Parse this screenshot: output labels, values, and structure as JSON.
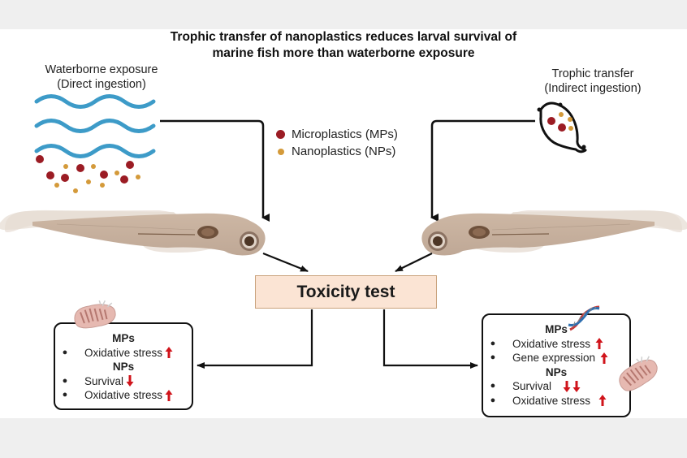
{
  "title": {
    "line1": "Trophic transfer of nanoplastics reduces larval survival of",
    "line2": "marine fish more than waterborne exposure"
  },
  "left_source": {
    "line1": "Waterborne exposure",
    "line2": "(Direct ingestion)",
    "icon": "water-waves-with-particles"
  },
  "right_source": {
    "line1": "Trophic transfer",
    "line2": "(Indirect ingestion)",
    "icon": "prey-organism-with-particles"
  },
  "legend": {
    "items": [
      {
        "label": "Microplastics (MPs)",
        "color": "#9b1c24"
      },
      {
        "label": "Nanoplastics (NPs)",
        "color": "#d49a3a"
      }
    ]
  },
  "center": {
    "label": "Toxicity test"
  },
  "results": {
    "left": {
      "groups": [
        {
          "title": "MPs",
          "items": [
            {
              "text": "Oxidative stress",
              "indicator": "up"
            }
          ]
        },
        {
          "title": "NPs",
          "items": [
            {
              "text": "Survival",
              "indicator": "down"
            },
            {
              "text": "Oxidative stress",
              "indicator": "up"
            }
          ]
        }
      ],
      "decoration": "mitochondrion-icon"
    },
    "right": {
      "groups": [
        {
          "title": "MPs",
          "items": [
            {
              "text": "Oxidative stress",
              "indicator": "up"
            },
            {
              "text": "Gene expression",
              "indicator": "up"
            }
          ]
        },
        {
          "title": "NPs",
          "items": [
            {
              "text": "Survival",
              "indicator": "double-down"
            },
            {
              "text": "Oxidative stress",
              "indicator": "up"
            }
          ]
        }
      ],
      "decorations": [
        "dna-icon",
        "mitochondrion-icon"
      ]
    }
  },
  "colors": {
    "water": "#3d9bc8",
    "microplastic": "#9b1c24",
    "nanoplastic": "#d49a3a",
    "indicator_arrow": "#d0141b",
    "toxicity_box_fill": "#fbe4d4",
    "fish_body": "#c9b3a1"
  }
}
